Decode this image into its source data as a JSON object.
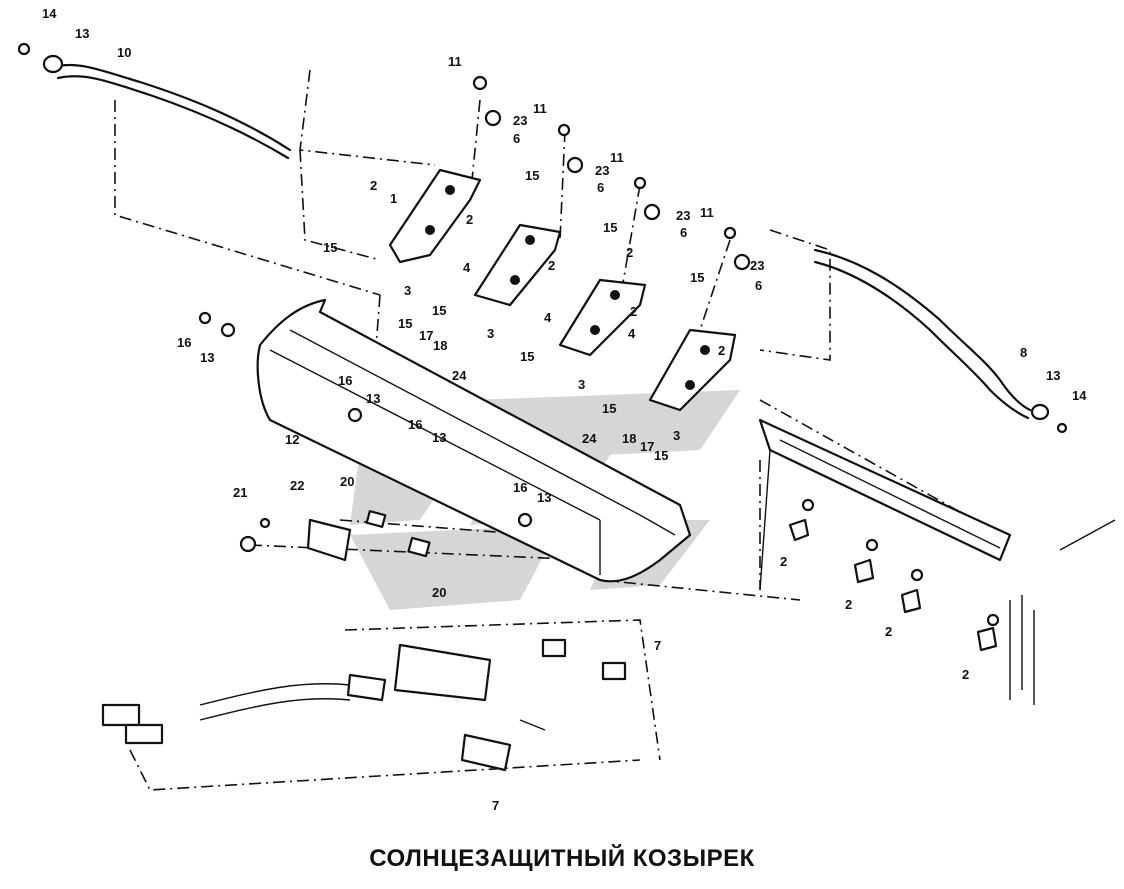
{
  "caption": "СОЛНЦЕЗАЩИТНЫЙ КОЗЫРЕК",
  "callouts": [
    {
      "id": "c14a",
      "text": "14"
    },
    {
      "id": "c13a",
      "text": "13"
    },
    {
      "id": "c10",
      "text": "10"
    },
    {
      "id": "c11a",
      "text": "11"
    },
    {
      "id": "c23a",
      "text": "23"
    },
    {
      "id": "c6a",
      "text": "6"
    },
    {
      "id": "c11b",
      "text": "11"
    },
    {
      "id": "c23b",
      "text": "23"
    },
    {
      "id": "c6b",
      "text": "6"
    },
    {
      "id": "c11c",
      "text": "11"
    },
    {
      "id": "c23c",
      "text": "23"
    },
    {
      "id": "c6c",
      "text": "6"
    },
    {
      "id": "c11d",
      "text": "11"
    },
    {
      "id": "c23d",
      "text": "23"
    },
    {
      "id": "c6d",
      "text": "6"
    },
    {
      "id": "c2a",
      "text": "2"
    },
    {
      "id": "c1",
      "text": "1"
    },
    {
      "id": "c15a",
      "text": "15"
    },
    {
      "id": "c2b",
      "text": "2"
    },
    {
      "id": "c15b",
      "text": "15"
    },
    {
      "id": "c15c",
      "text": "15"
    },
    {
      "id": "c2c",
      "text": "2"
    },
    {
      "id": "c4a",
      "text": "4"
    },
    {
      "id": "c3a",
      "text": "3"
    },
    {
      "id": "c15d",
      "text": "15"
    },
    {
      "id": "c4b",
      "text": "4"
    },
    {
      "id": "c3b",
      "text": "3"
    },
    {
      "id": "c2d",
      "text": "2"
    },
    {
      "id": "c15e",
      "text": "15"
    },
    {
      "id": "c15f",
      "text": "15"
    },
    {
      "id": "c2e",
      "text": "2"
    },
    {
      "id": "c4c",
      "text": "4"
    },
    {
      "id": "c2f",
      "text": "2"
    },
    {
      "id": "c16a",
      "text": "16"
    },
    {
      "id": "c13b",
      "text": "13"
    },
    {
      "id": "c15g",
      "text": "15"
    },
    {
      "id": "c17a",
      "text": "17"
    },
    {
      "id": "c18a",
      "text": "18"
    },
    {
      "id": "c24a",
      "text": "24"
    },
    {
      "id": "c16b",
      "text": "16"
    },
    {
      "id": "c13c",
      "text": "13"
    },
    {
      "id": "c12",
      "text": "12"
    },
    {
      "id": "c16c",
      "text": "16"
    },
    {
      "id": "c13d",
      "text": "13"
    },
    {
      "id": "c3c",
      "text": "3"
    },
    {
      "id": "c15h",
      "text": "15"
    },
    {
      "id": "c3d",
      "text": "3"
    },
    {
      "id": "c24b",
      "text": "24"
    },
    {
      "id": "c18b",
      "text": "18"
    },
    {
      "id": "c17b",
      "text": "17"
    },
    {
      "id": "c15i",
      "text": "15"
    },
    {
      "id": "c21",
      "text": "21"
    },
    {
      "id": "c22",
      "text": "22"
    },
    {
      "id": "c20a",
      "text": "20"
    },
    {
      "id": "c16d",
      "text": "16"
    },
    {
      "id": "c13e",
      "text": "13"
    },
    {
      "id": "c20b",
      "text": "20"
    },
    {
      "id": "c8",
      "text": "8"
    },
    {
      "id": "c13f",
      "text": "13"
    },
    {
      "id": "c14b",
      "text": "14"
    },
    {
      "id": "c2g",
      "text": "2"
    },
    {
      "id": "c2h",
      "text": "2"
    },
    {
      "id": "c2i",
      "text": "2"
    },
    {
      "id": "c2j",
      "text": "2"
    },
    {
      "id": "c7a",
      "text": "7"
    },
    {
      "id": "c7b",
      "text": "7"
    }
  ],
  "watermark": {
    "color": "#c9c9c9"
  }
}
